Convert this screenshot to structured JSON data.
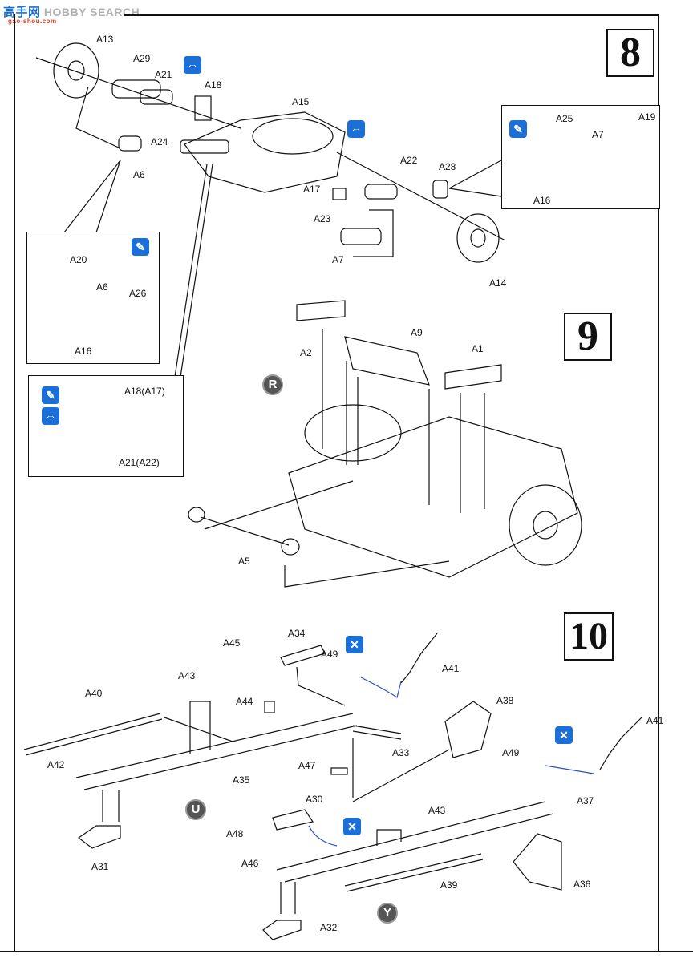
{
  "watermark": {
    "text": "HOBBY SEARCH",
    "cn_text": "高手网",
    "sub_text": "gao-shou.com"
  },
  "steps": [
    {
      "number": "8"
    },
    {
      "number": "9"
    },
    {
      "number": "10"
    }
  ],
  "icons": {
    "option": "either-way-icon",
    "paint": "paint-brush-icon",
    "glue": "no-glue-icon",
    "markers": [
      "R",
      "U",
      "Y"
    ]
  },
  "colors": {
    "accent": "#1a6fd8",
    "line": "#111111",
    "wire": "#2a4fc9"
  },
  "step8": {
    "labels": [
      "A13",
      "A29",
      "A21",
      "A18",
      "A24",
      "A6",
      "A15",
      "A17",
      "A22",
      "A28",
      "A23",
      "A7",
      "A14"
    ],
    "inset_right": {
      "labels": [
        "A25",
        "A7",
        "A19",
        "A16"
      ]
    },
    "inset_left_top": {
      "labels": [
        "A20",
        "A6",
        "A26",
        "A16"
      ]
    },
    "inset_left_bottom": {
      "labels": [
        "A18(A17)",
        "A21(A22)"
      ]
    }
  },
  "step9": {
    "labels": [
      "A2",
      "A9",
      "A1",
      "A5"
    ],
    "marker": "R"
  },
  "step10": {
    "labels": [
      "A45",
      "A34",
      "A49",
      "A41",
      "A43",
      "A40",
      "A44",
      "A38",
      "A33",
      "A42",
      "A47",
      "A35",
      "A49",
      "A41",
      "A37",
      "A31",
      "A30",
      "A43",
      "A48",
      "A46",
      "A39",
      "A36",
      "A32"
    ],
    "markers": [
      "U",
      "Y"
    ]
  }
}
